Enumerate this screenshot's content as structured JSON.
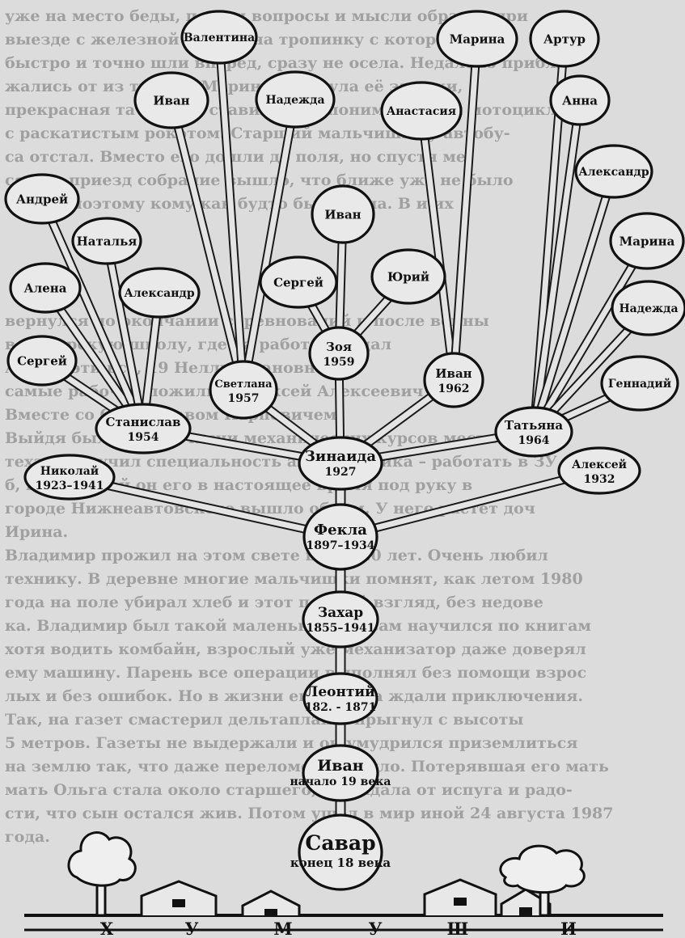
{
  "nodes": {
    "savar": {
      "name": "Савар",
      "years": "конец 18 века"
    },
    "ivan_root": {
      "name": "Иван",
      "years": "начало 19 века"
    },
    "leontiy": {
      "name": "Леонтий",
      "years": "182. - 1871"
    },
    "zakhar": {
      "name": "Захар",
      "years": "1855–1941"
    },
    "fekla": {
      "name": "Фекла",
      "years": "1897–1934"
    },
    "zinaida": {
      "name": "Зинаида",
      "years": "1927"
    },
    "nikolay": {
      "name": "Николай",
      "years": "1923–1941"
    },
    "aleksey": {
      "name": "Алексей",
      "years": "1932"
    },
    "stanislav": {
      "name": "Станислав",
      "years": "1954"
    },
    "svetlana": {
      "name": "Светлана",
      "years": "1957"
    },
    "zoya": {
      "name": "Зоя",
      "years": "1959"
    },
    "ivan1962": {
      "name": "Иван",
      "years": "1962"
    },
    "tatyana": {
      "name": "Татьяна",
      "years": "1964"
    },
    "sergey1": {
      "name": "Сергей"
    },
    "alena": {
      "name": "Алена"
    },
    "andrey": {
      "name": "Андрей"
    },
    "natalya": {
      "name": "Наталья"
    },
    "aleksandr1": {
      "name": "Александр"
    },
    "ivan_a": {
      "name": "Иван"
    },
    "valentina": {
      "name": "Валентина"
    },
    "nadezhda1": {
      "name": "Надежда"
    },
    "sergey2": {
      "name": "Сергей"
    },
    "ivan_z": {
      "name": "Иван"
    },
    "yuriy": {
      "name": "Юрий"
    },
    "anastasiya": {
      "name": "Анастасия"
    },
    "marina1": {
      "name": "Марина"
    },
    "artur": {
      "name": "Артур"
    },
    "anna": {
      "name": "Анна"
    },
    "aleksandr2": {
      "name": "Александр"
    },
    "marina2": {
      "name": "Марина"
    },
    "nadezhda2": {
      "name": "Надежда"
    },
    "gennadiy": {
      "name": "Геннадий"
    }
  },
  "village": {
    "letters": [
      "Х",
      "У",
      "М",
      "У",
      "Ш",
      "И"
    ]
  },
  "background_text": [
    "уже на место беды, пошли вопросы и мысли обратно при",
    "выезде с железной дороги на тропинку с которой",
    "быстро и точно шли вперёд, сразу не осела. Недалеко прибли-",
    "жались от из тракта. Марина затянула её за руки,",
    "прекрасная та неясно ставил меня понимающими мотоцикл",
    "с раскатистым рокотом. Старший мальчишка у автобу-",
    "са отстал. Вместо его дошли до поля, но спустя ме-",
    "сяц на приезд собрание вышло, что ближе уже не было",
    "завода поэтому кому как будто был бы на. В и их",
    "",
    "",
    "",
    "",
    "вернулся по окончании соревнований и после войны",
    "в Самарскую школу, где на работах и сдал",
    "Алла и эти все, 19 Нелли Ивановна",
    "самые рабочие пожилые Алексей Алексеевич",
    "Вместе со Станиславом Карповичем",
    "Выйдя был по окончании механических курсов местного",
    "теха и получил специальность автомеханика – работать в ЗУ",
    "б, где в какой он его в настоящее время под руку в",
    "городе Нижнеавтовского вышло обоим. У него растет доч",
    "Ирина.",
    "Владимир прожил на этом свете всего 20 лет. Очень любил",
    "технику. В деревне многие мальчишки помнят, как летом 1980",
    "года на поле убирал хлеб и этот первый взгляд, без недове",
    "ка. Владимир был такой маленький, но сам научился по книгам",
    "хотя водить комбайн, взрослый уже механизатор даже доверял",
    "ему машину. Парень все операции выполнял без помощи взрос",
    "лых и без ошибок. Но в жизни его всегда ждали приключения.",
    "Так, на газет смастерил дельтаплан и прыгнул с высоты",
    "5 метров. Газеты не выдержали и он умудрился приземлиться",
    "на землю так, что даже переломов не было. Потерявшая его мать",
    "мать Ольга стала около старшего, но падала от испуга и радо-",
    "сти, что сын остался жив. Потом ушел в мир иной 24 августа 1987",
    "года."
  ]
}
